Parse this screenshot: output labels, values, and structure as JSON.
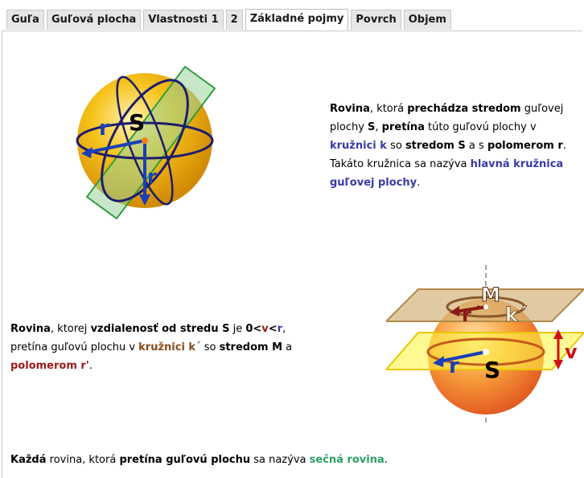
{
  "tabs": [
    "Guľa",
    "Guľová plocha",
    "Vlastnosti 1",
    "2",
    "Základné pojmy",
    "Povrch",
    "Objem"
  ],
  "active_tab": "Základné pojmy",
  "figure1": {
    "label_s": "S",
    "label_r1": "r",
    "label_r2": "r"
  },
  "figure2": {
    "label_m": "M",
    "label_r_prime": "r´",
    "label_k_prime": "k´",
    "label_r": "r",
    "label_s": "S",
    "label_v": "v"
  },
  "para1": {
    "t1": "Rovina",
    "t2": ", ktorá ",
    "t3": "prechádza stredom",
    "t4": " guľovej plochy ",
    "t5": "S",
    "t6": ", ",
    "t7": "pretína",
    "t8": " túto guľovú plochy v ",
    "t9": "kružnici k",
    "t10": " so ",
    "t11": "stredom S",
    "t12": " a s ",
    "t13": "polomerom r",
    "t14": ". Takáto kružnica sa nazýva ",
    "t15": "hlavná kružnica guľovej plochy",
    "t16": "."
  },
  "para2": {
    "t1": "Rovina",
    "t2": ", ktorej ",
    "t3": "vzdialenosť od stredu S",
    "t4": " je ",
    "t5": "0<",
    "t6": "v",
    "t7": "<",
    "t8": "r",
    "t9": ", pretína guľovú plochu v ",
    "t10": "kružnici k´",
    "t11": " so ",
    "t12": "stredom M",
    "t13": " a ",
    "t14": "polomerom r'",
    "t15": "."
  },
  "para3": {
    "t1": "Každá",
    "t2": " rovina, ktorá ",
    "t3": "pretína guľovú plochu",
    "t4": " sa nazýva ",
    "t5": "sečná rovina",
    "t6": "."
  },
  "colors": {
    "blue": "#3a3aa6",
    "red": "#9c1a1a",
    "green": "#2e9e62",
    "sphere": "#f6c21a",
    "plane_green": "#3aa84a",
    "plane_tan": "#c89b5a"
  }
}
